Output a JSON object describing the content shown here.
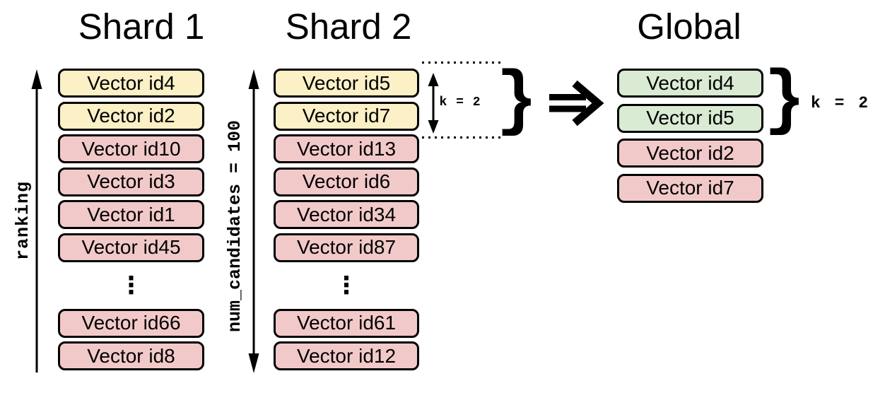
{
  "colors": {
    "shard_top_k_fill": "#FBF0C6",
    "candidate_fill": "#F2C9C9",
    "global_top_k_fill": "#D9EBD3",
    "outline": "#000000",
    "background": "#FFFFFF"
  },
  "shard1": {
    "title": "Shard 1",
    "axis_label": "ranking",
    "ellipsis": "⋮",
    "boxes": [
      {
        "label": "Vector id4",
        "tone": "top-k"
      },
      {
        "label": "Vector id2",
        "tone": "top-k"
      },
      {
        "label": "Vector id10",
        "tone": "candidate"
      },
      {
        "label": "Vector id3",
        "tone": "candidate"
      },
      {
        "label": "Vector id1",
        "tone": "candidate"
      },
      {
        "label": "Vector id45",
        "tone": "candidate"
      },
      {
        "label": "Vector id66",
        "tone": "candidate"
      },
      {
        "label": "Vector id8",
        "tone": "candidate"
      }
    ]
  },
  "shard2": {
    "title": "Shard 2",
    "axis_label": "num_candidates = 100",
    "ellipsis": "⋮",
    "k_label": "k = 2",
    "brace": "}",
    "boxes": [
      {
        "label": "Vector id5",
        "tone": "top-k"
      },
      {
        "label": "Vector id7",
        "tone": "top-k"
      },
      {
        "label": "Vector id13",
        "tone": "candidate"
      },
      {
        "label": "Vector id6",
        "tone": "candidate"
      },
      {
        "label": "Vector id34",
        "tone": "candidate"
      },
      {
        "label": "Vector id87",
        "tone": "candidate"
      },
      {
        "label": "Vector id61",
        "tone": "candidate"
      },
      {
        "label": "Vector id12",
        "tone": "candidate"
      }
    ]
  },
  "global": {
    "title": "Global",
    "k_label": "k = 2",
    "brace": "}",
    "boxes": [
      {
        "label": "Vector id4",
        "tone": "selected"
      },
      {
        "label": "Vector id5",
        "tone": "selected"
      },
      {
        "label": "Vector id2",
        "tone": "candidate"
      },
      {
        "label": "Vector id7",
        "tone": "candidate"
      }
    ]
  }
}
